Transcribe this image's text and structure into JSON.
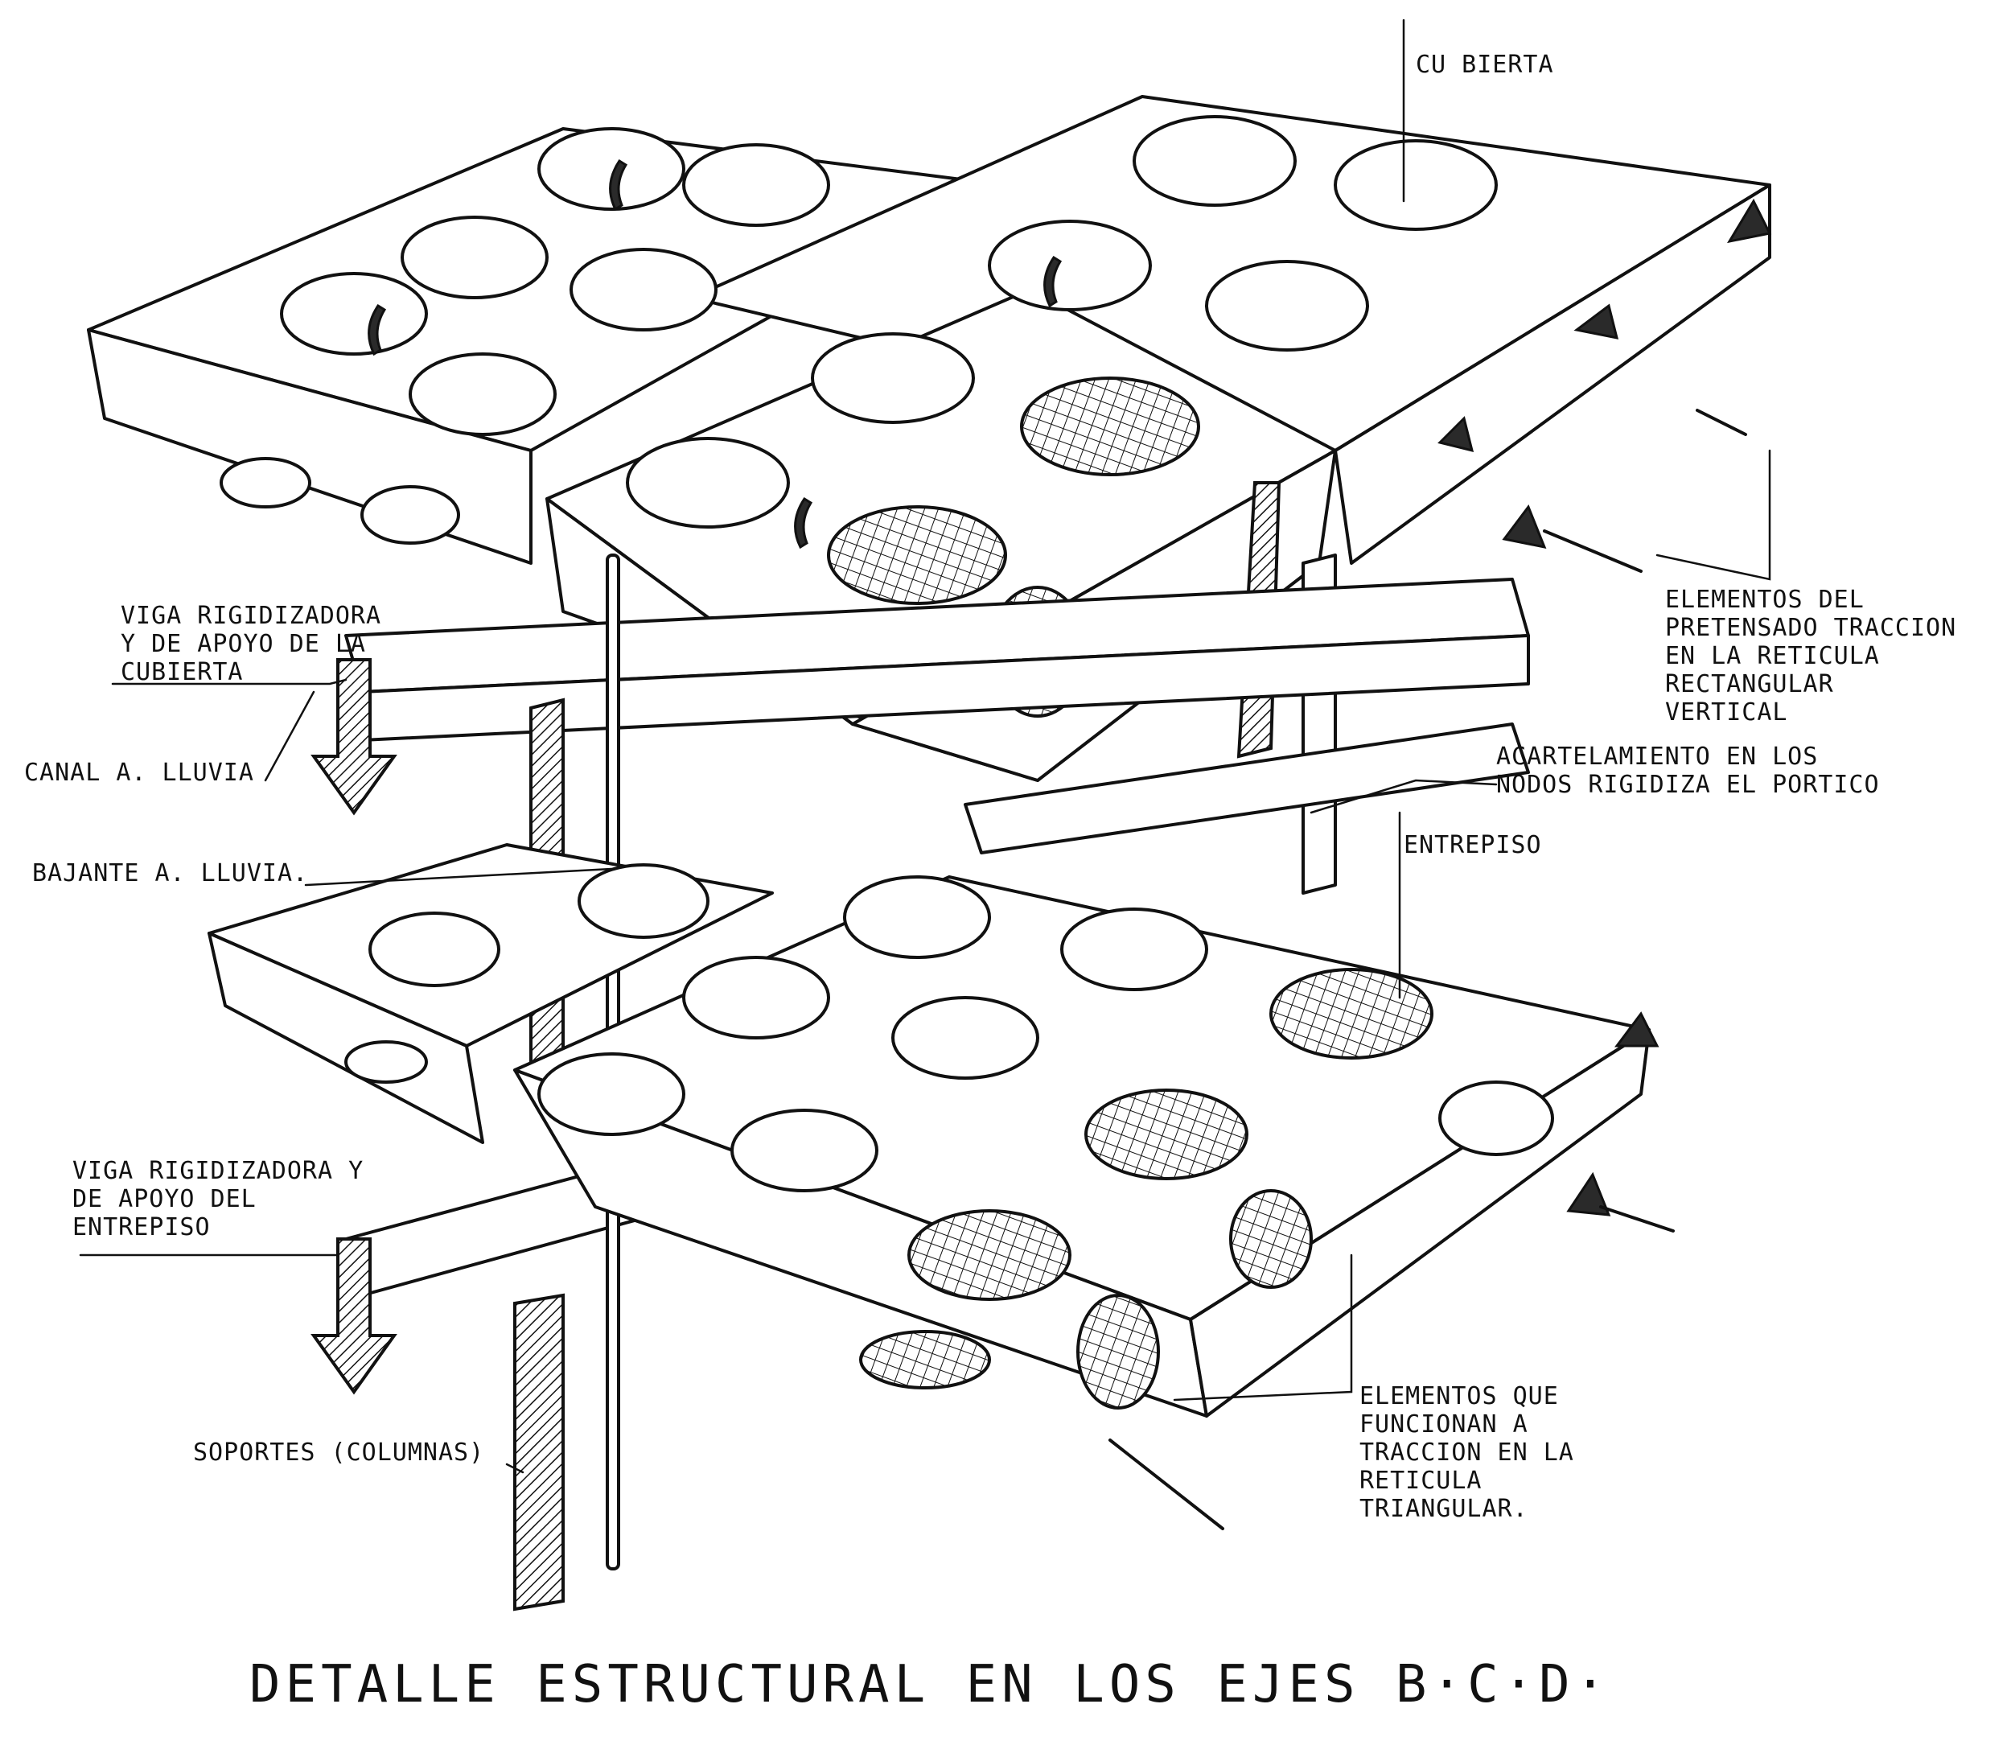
{
  "title": "DETALLE ESTRUCTURAL EN LOS EJES  B·C·D·",
  "labels": {
    "cubierta": "CU BIERTA",
    "viga_cubierta_1": "VIGA RIGIDIZADORA",
    "viga_cubierta_2": "Y DE APOYO DE LA",
    "viga_cubierta_3": "CUBIERTA",
    "canal": "CANAL A. LLUVIA",
    "bajante": "BAJANTE A. LLUVIA.",
    "viga_entrepiso_1": "VIGA RIGIDIZADORA Y",
    "viga_entrepiso_2": "DE APOYO DEL",
    "viga_entrepiso_3": "ENTREPISO",
    "soportes": "SOPORTES (COLUMNAS)",
    "pretensado_1": "ELEMENTOS DEL",
    "pretensado_2": "PRETENSADO TRACCION",
    "pretensado_3": "EN LA RETICULA",
    "pretensado_4": "RECTANGULAR",
    "pretensado_5": "VERTICAL",
    "acartelamiento_1": "ACARTELAMIENTO EN LOS",
    "acartelamiento_2": "NODOS RIGIDIZA EL PORTICO",
    "entrepiso": "ENTREPISO",
    "traccion_1": "ELEMENTOS QUE",
    "traccion_2": "FUNCIONAN A",
    "traccion_3": "TRACCION EN LA",
    "traccion_4": "RETICULA",
    "traccion_5": "TRIANGULAR."
  }
}
